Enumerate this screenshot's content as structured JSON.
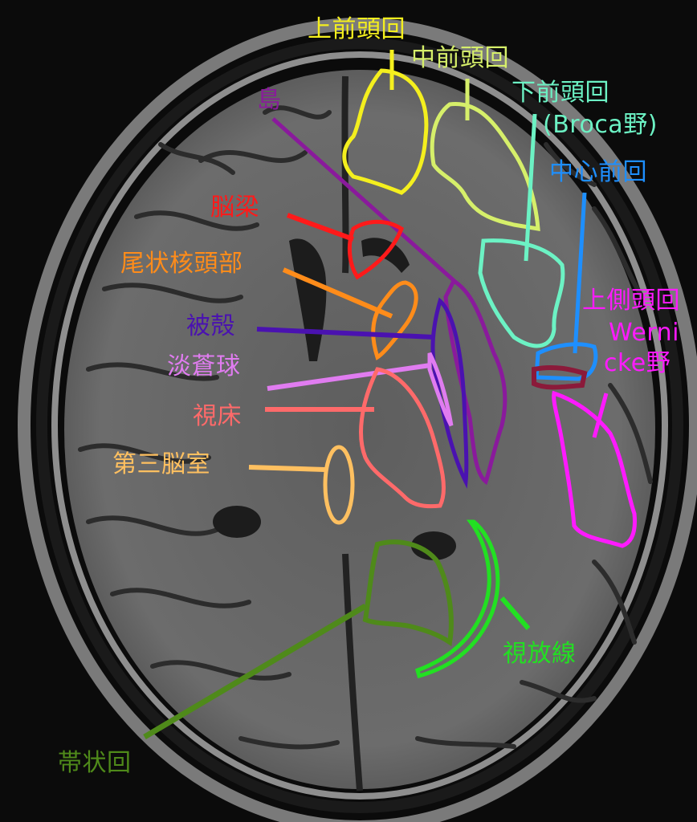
{
  "labels": {
    "superior_frontal": {
      "text": "上前頭回",
      "color": "#f4ef1e"
    },
    "middle_frontal": {
      "text": "中前頭回",
      "color": "#d6ef6a"
    },
    "inferior_frontal": {
      "text": "下前頭回",
      "color": "#6cf2c4"
    },
    "broca": {
      "text": "(Broca野)",
      "color": "#6cf2c4"
    },
    "precentral": {
      "text": "中心前回",
      "color": "#1e8fff"
    },
    "insula": {
      "text": "島",
      "color": "#8a1a9c"
    },
    "corpus_callosum": {
      "text": "脳梁",
      "color": "#ff1a1a"
    },
    "caudate_head": {
      "text": "尾状核頭部",
      "color": "#ff8c1a"
    },
    "putamen": {
      "text": "被殻",
      "color": "#4a12b0"
    },
    "globus_pallidus": {
      "text": "淡蒼球",
      "color": "#e07cf0"
    },
    "thalamus": {
      "text": "視床",
      "color": "#ff6a6a"
    },
    "third_ventricle": {
      "text": "第三脳室",
      "color": "#ffc060"
    },
    "superior_temporal": {
      "text": "上側頭回",
      "color": "#ff1aff"
    },
    "wernicke_1": {
      "text": "Werni",
      "color": "#ff1aff"
    },
    "wernicke_2": {
      "text": "cke野",
      "color": "#ff1aff"
    },
    "optic_radiation": {
      "text": "視放線",
      "color": "#22e022"
    },
    "cingulate": {
      "text": "帯状回",
      "color": "#4f8a1a"
    }
  },
  "colors": {
    "background": "#0b0b0b",
    "skull": "#8c8c8c",
    "brain": "#6a6a6a",
    "sulci": "#2a2a2a",
    "central_sulcus_marker": "#8b1a3a"
  }
}
